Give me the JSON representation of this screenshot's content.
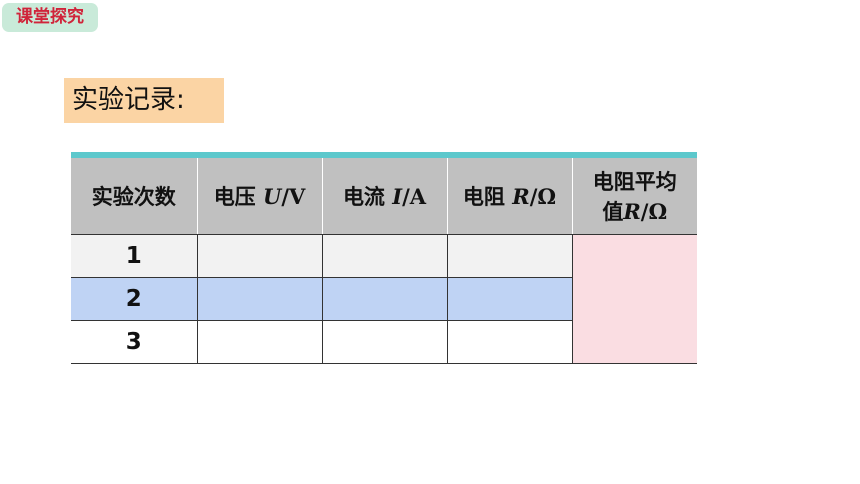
{
  "badge": {
    "label": "课堂探究"
  },
  "section": {
    "title": "实验记录:"
  },
  "table": {
    "headers": [
      {
        "label": "实验次数"
      },
      {
        "label": "电压",
        "var": "U",
        "unit": "/V"
      },
      {
        "label": "电流",
        "var": "I",
        "unit": "/A"
      },
      {
        "label": "电阻",
        "var": "R",
        "unit": "/Ω"
      },
      {
        "label_line1": "电阻平均",
        "label_line2": "值",
        "var": "R",
        "unit": "/Ω"
      }
    ],
    "rows": [
      {
        "index": "1",
        "voltage": "",
        "current": "",
        "resistance": ""
      },
      {
        "index": "2",
        "voltage": "",
        "current": "",
        "resistance": ""
      },
      {
        "index": "3",
        "voltage": "",
        "current": "",
        "resistance": ""
      }
    ],
    "average": ""
  },
  "colors": {
    "badge_bg": "#c9ead9",
    "badge_text": "#d0243a",
    "title_bg": "#fbd4a4",
    "table_top_bar": "#5cc8cc",
    "header_bg": "#c0c0c0",
    "row1_bg": "#f2f2f2",
    "row2_bg": "#bfd3f4",
    "row3_bg": "#ffffff",
    "average_bg": "#fadde2"
  }
}
